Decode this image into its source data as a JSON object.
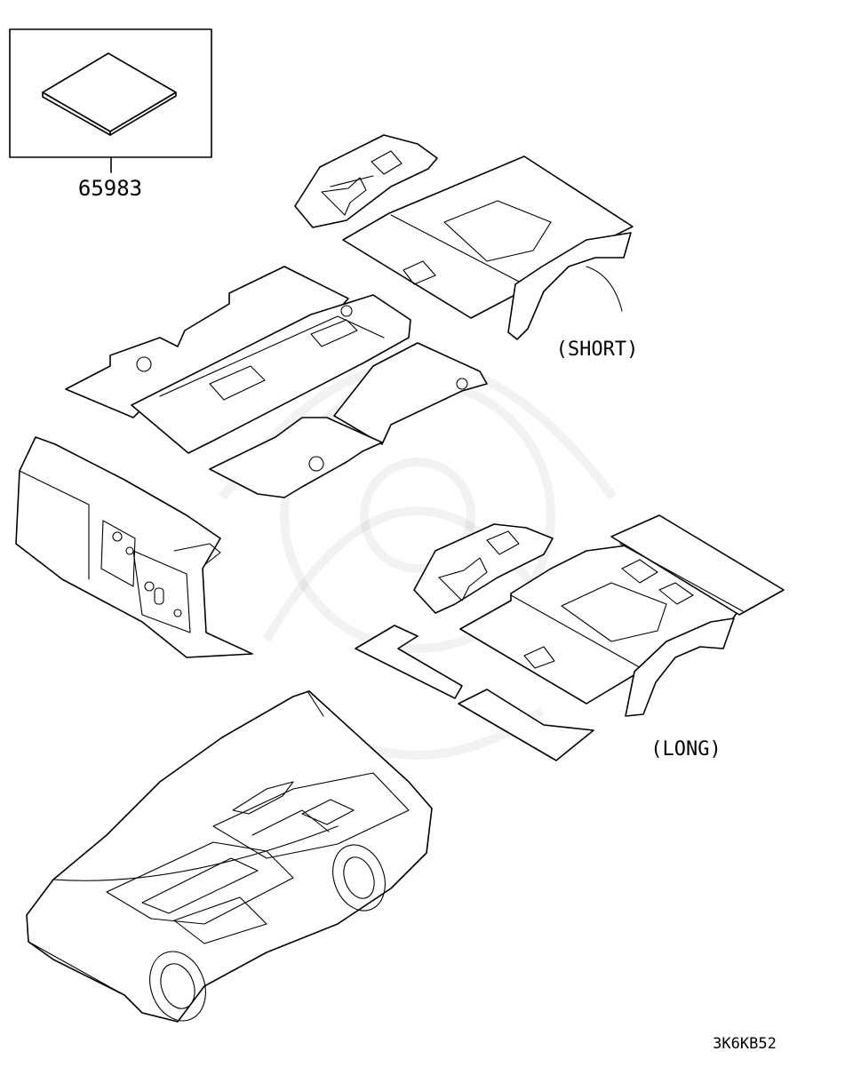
{
  "diagram": {
    "part_number": "65983",
    "variant_short": "(SHORT)",
    "variant_long": "(LONG)",
    "figure_code": "3K6KB52",
    "line_color": "#000000",
    "background_color": "#ffffff"
  }
}
